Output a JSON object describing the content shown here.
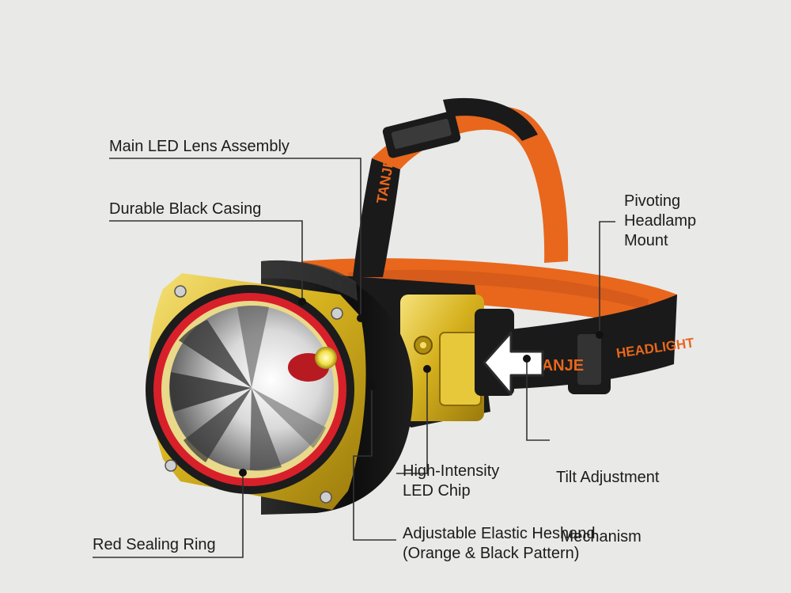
{
  "labels": {
    "main_lens": "Main LED Lens Assembly",
    "casing": "Durable Black Casing",
    "pivot": [
      "Pivoting",
      "Headlamp",
      "Mount"
    ],
    "tilt": [
      "Tilt Adjustment",
      " Mechanism"
    ],
    "chip": [
      "High-Intensity",
      "LED Chip"
    ],
    "band": [
      "Adjustable Elastic Heshand",
      "(Orange & Black Pattern)"
    ],
    "ring": "Red Sealing Ring"
  },
  "strap_print": {
    "brand": "TANJE",
    "product": "HEADLIGHT"
  },
  "colors": {
    "background": "#e9e9e8",
    "strap_orange": "#e8671c",
    "strap_black": "#1a1a1a",
    "gold": "#d6b21f",
    "red_ring": "#d8202a",
    "leader": "#333333"
  }
}
